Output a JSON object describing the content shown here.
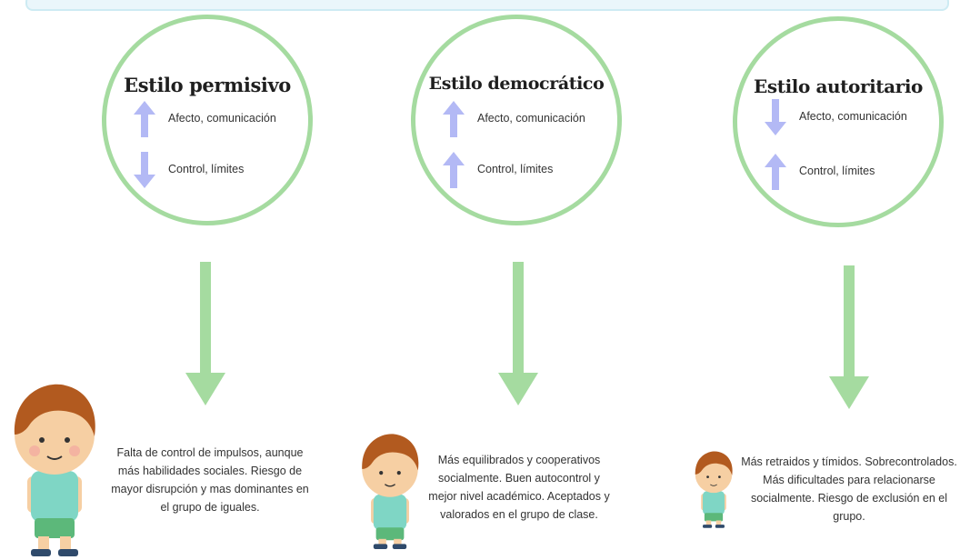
{
  "styles": [
    {
      "title": "Estilo permisivo",
      "items": [
        {
          "direction": "up",
          "label": "Afecto, comunicación"
        },
        {
          "direction": "down",
          "label": "Control, límites"
        }
      ],
      "description": "Falta de control de impulsos, aunque más habilidades sociales. Riesgo de mayor disrupción y mas dominantes en el grupo de iguales."
    },
    {
      "title": "Estilo democrático",
      "items": [
        {
          "direction": "up",
          "label": "Afecto, comunicación"
        },
        {
          "direction": "up",
          "label": "Control, límites"
        }
      ],
      "description": "Más equilibrados y cooperativos socialmente. Buen autocontrol y mejor nivel académico. Aceptados y valorados en el grupo de clase."
    },
    {
      "title": "Estilo autoritario",
      "items": [
        {
          "direction": "down",
          "label": "Afecto, comunicación"
        },
        {
          "direction": "up",
          "label": "Control, límites"
        }
      ],
      "description": "Más retraidos y tímidos. Sobrecontrolados. Más dificultades para relacionarse socialmente. Riesgo de exclusión en el grupo."
    }
  ],
  "colors": {
    "circle_border": "#a5dba0",
    "flow_arrow": "#a5dba0",
    "indicator_arrow": "#b3b9f5",
    "top_bar": "#eaf6fb"
  }
}
